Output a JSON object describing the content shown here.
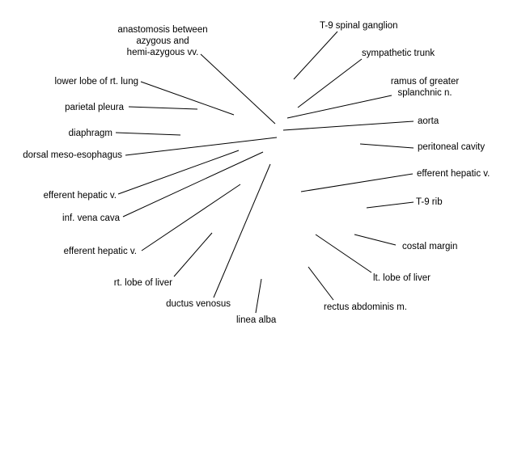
{
  "labels": {
    "anastomosis": [
      "anastomosis between",
      "azygous and",
      "hemi-azygous vv."
    ],
    "lower_lobe": "lower lobe of rt. lung",
    "parietal_pleura": "parietal pleura",
    "diaphragm": "diaphragm",
    "dorsal_meso": "dorsal meso-esophagus",
    "efferent_hepatic_left_1": "efferent hepatic v.",
    "inf_vena_cava": "inf. vena cava",
    "efferent_hepatic_left_2": "efferent hepatic v.",
    "rt_lobe_liver": "rt. lobe of liver",
    "ductus_venosus": "ductus venosus",
    "linea_alba": "linea alba",
    "rectus": "rectus abdominis m.",
    "lt_lobe_liver": "lt. lobe of liver",
    "costal_margin": "costal margin",
    "t9_rib": "T-9 rib",
    "efferent_hepatic_right": "efferent hepatic v.",
    "peritoneal_cavity": "peritoneal cavity",
    "aorta": "aorta",
    "ramus": [
      "ramus of greater",
      "splanchnic n."
    ],
    "sympathetic_trunk": "sympathetic trunk",
    "t9_ganglion": "T-9 spinal ganglion"
  }
}
